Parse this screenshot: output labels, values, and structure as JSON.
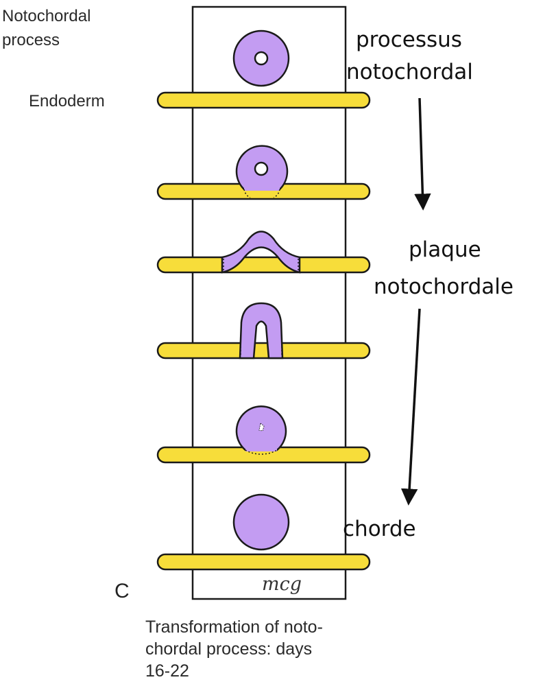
{
  "labels": {
    "notochordal_process_line1": "Notochordal",
    "notochordal_process_line2": "process",
    "endoderm": "Endoderm",
    "panel_letter": "C",
    "signature": "mcg"
  },
  "annotations": {
    "processus_line1": "processus",
    "processus_line2": "notochordal",
    "plaque_line1": "plaque",
    "plaque_line2": "notochordale",
    "chorde": "chorde"
  },
  "caption": {
    "line1": "Transformation of noto-",
    "line2": "chordal process: days",
    "line3": "16-22"
  },
  "colors": {
    "endoderm_yellow": "#f7dd3a",
    "notochord_purple": "#c39cf2",
    "outline": "#1a1a1a"
  }
}
